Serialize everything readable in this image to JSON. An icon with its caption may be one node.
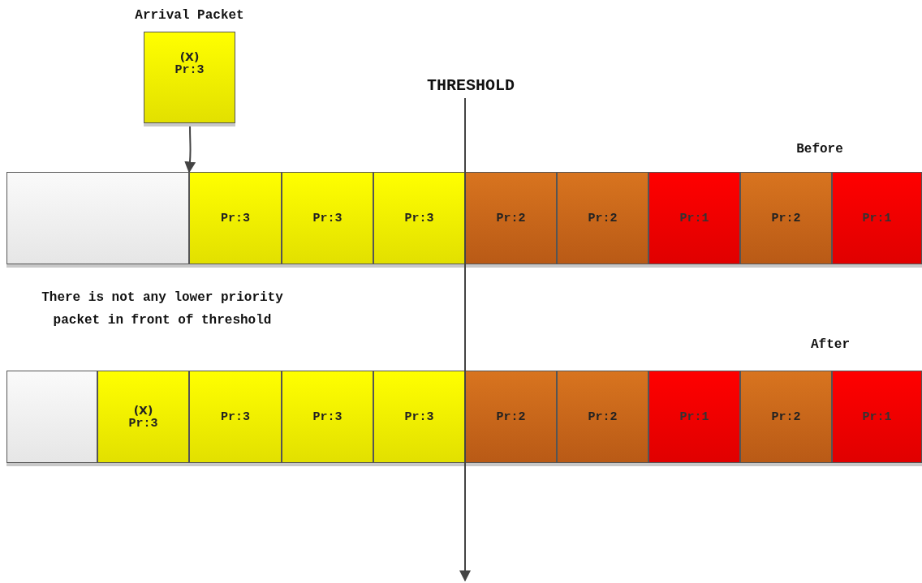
{
  "diagram": {
    "nodes": [
      {
        "text": [
          "Arrival Packet",
          "(X)",
          "Pr:3"
        ]
      },
      {
        "text": [],
        "shape": "box"
      },
      {
        "text": [
          "Pr:3"
        ]
      },
      {
        "text": [
          "Pr:3"
        ]
      },
      {
        "text": [
          "Pr:3"
        ]
      },
      {
        "text": [
          "Pr:2"
        ]
      },
      {
        "text": [
          "Pr:2"
        ]
      },
      {
        "text": [
          "Pr:1"
        ]
      },
      {
        "text": [
          "Pr:2"
        ]
      },
      {
        "text": [
          "Pr:1"
        ]
      },
      {
        "text": [],
        "shape": "box"
      },
      {
        "text": [
          "(X)",
          "Pr:3"
        ]
      },
      {
        "text": [
          "Pr:3"
        ]
      },
      {
        "text": [
          "Pr:3"
        ]
      },
      {
        "text": [
          "Pr:3"
        ]
      },
      {
        "text": [
          "Pr:2"
        ]
      },
      {
        "text": [
          "Pr:2"
        ]
      },
      {
        "text": [
          "Pr:1"
        ]
      },
      {
        "text": [
          "Pr:2"
        ]
      },
      {
        "text": [
          "Pr:1"
        ]
      }
    ],
    "edges": [
      {
        "from": 0,
        "to": 2,
        "arrow": "to"
      }
    ],
    "labels": [
      "THRESHOLD",
      "Before",
      "There is not any lower priority packet in front of threshold",
      "After"
    ]
  }
}
